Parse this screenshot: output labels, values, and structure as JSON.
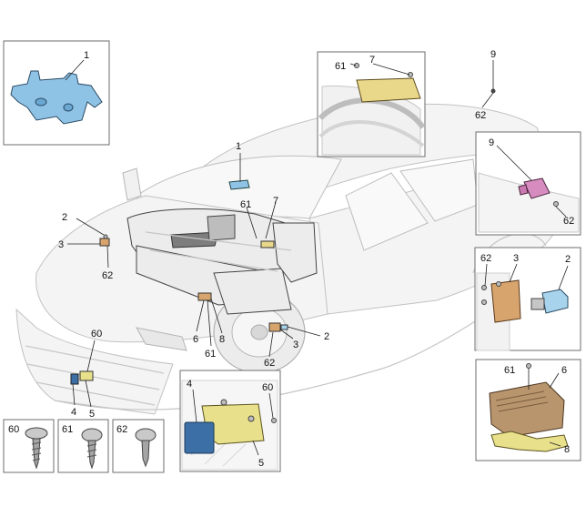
{
  "callouts": {
    "c1_inset": "1",
    "c1_main": "1",
    "c2_left": "2",
    "c3_left": "3",
    "c62_left": "62",
    "c7_main": "7",
    "c61_main": "61",
    "c60_main": "60",
    "c4_main": "4",
    "c5_main": "5",
    "c6_main": "6",
    "c61_lower": "61",
    "c8_main": "8",
    "c3_right": "3",
    "c2_right": "2",
    "c62_lower": "62",
    "c9_top": "9",
    "c62_top": "62",
    "top_inset_61": "61",
    "top_inset_7": "7",
    "right_inset_9": "9",
    "right_inset_62": "62",
    "mid_inset_62": "62",
    "mid_inset_3": "3",
    "mid_inset_2": "2",
    "bottom_right_61": "61",
    "bottom_right_6": "6",
    "bottom_right_8": "8",
    "bottom_center_4": "4",
    "bottom_center_60": "60",
    "bottom_center_5": "5"
  },
  "screws": [
    {
      "label": "60"
    },
    {
      "label": "61"
    },
    {
      "label": "62"
    }
  ],
  "colors": {
    "module_blue": "#8fc3e6",
    "module_yellow": "#e9d78a",
    "module_pink": "#d78cc0",
    "bracket_copper": "#d7a46e",
    "connector_lightblue": "#a8d3ec",
    "controller_tan": "#b8956c",
    "bracket_yellow": "#e8e08a",
    "ecu_navy": "#3b6fa6"
  }
}
